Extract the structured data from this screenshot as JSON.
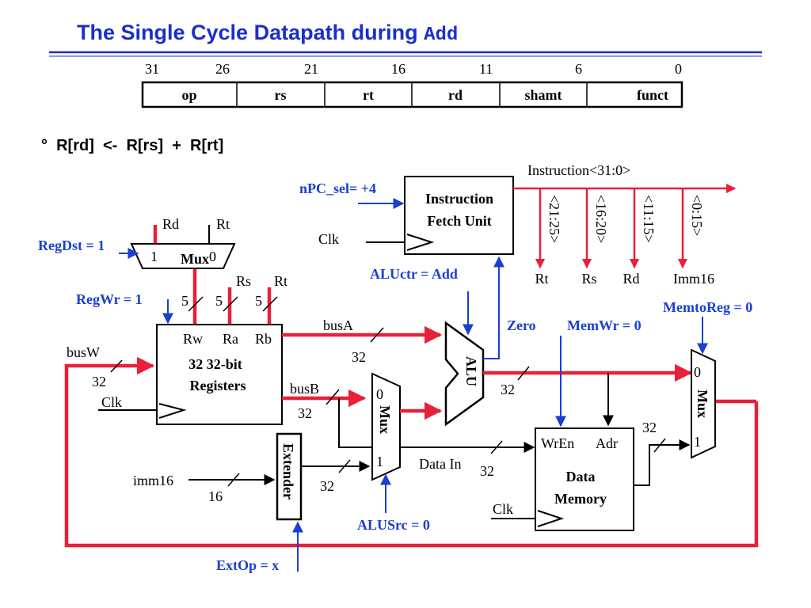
{
  "slide": {
    "title_text": "The Single Cycle Datapath during ",
    "title_code": "Add",
    "rtl_bullet": "°  R[rd]  <-  R[rs]  +  R[rt]"
  },
  "instruction_format": {
    "bit_positions": [
      "31",
      "26",
      "21",
      "16",
      "11",
      "6",
      "0"
    ],
    "fields": [
      "op",
      "rs",
      "rt",
      "rd",
      "shamt",
      "funct"
    ]
  },
  "control_signals": {
    "npc_sel": "nPC_sel= +4",
    "regdst": "RegDst = 1",
    "regwr": "RegWr = 1",
    "aluctr": "ALUctr = Add",
    "zero": "Zero",
    "memwr": "MemWr = 0",
    "memtoreg": "MemtoReg = 0",
    "alusrc": "ALUSrc = 0",
    "extop": "ExtOp = x"
  },
  "ifu": {
    "line1": "Instruction",
    "line2": "Fetch Unit",
    "clk": "Clk",
    "instruction_bus": "Instruction<31:0>",
    "taps": [
      "<21:25>",
      "<16:20>",
      "<11:15>",
      "<0:15>"
    ],
    "tap_outputs": [
      "Rt",
      "Rs",
      "Rd",
      "Imm16"
    ]
  },
  "regdst_mux": {
    "in_rd": "Rd",
    "in_rt": "Rt",
    "label": "Mux",
    "sel1": "1",
    "sel0": "0"
  },
  "register_file": {
    "rs_in": "Rs",
    "rt_in": "Rt",
    "port_rw": "Rw",
    "port_ra": "Ra",
    "port_rb": "Rb",
    "line1": "32 32-bit",
    "line2": "Registers",
    "clk": "Clk",
    "width5": "5"
  },
  "buses": {
    "busA": "busA",
    "busB": "busB",
    "busW": "busW",
    "w32": "32",
    "w16": "16",
    "imm16": "imm16",
    "data_in": "Data In"
  },
  "alu": {
    "label": "ALU"
  },
  "alusrc_mux": {
    "label": "Mux",
    "sel0": "0",
    "sel1": "1"
  },
  "extender": {
    "label": "Extender"
  },
  "data_memory": {
    "wren": "WrEn",
    "adr": "Adr",
    "line1": "Data",
    "line2": "Memory",
    "clk": "Clk"
  },
  "memtoreg_mux": {
    "label": "Mux",
    "sel0": "0",
    "sel1": "1"
  },
  "colors": {
    "title": "#1a2fc8",
    "control": "#1a3fd0",
    "active_path": "#e8203a",
    "wire": "#000000"
  }
}
